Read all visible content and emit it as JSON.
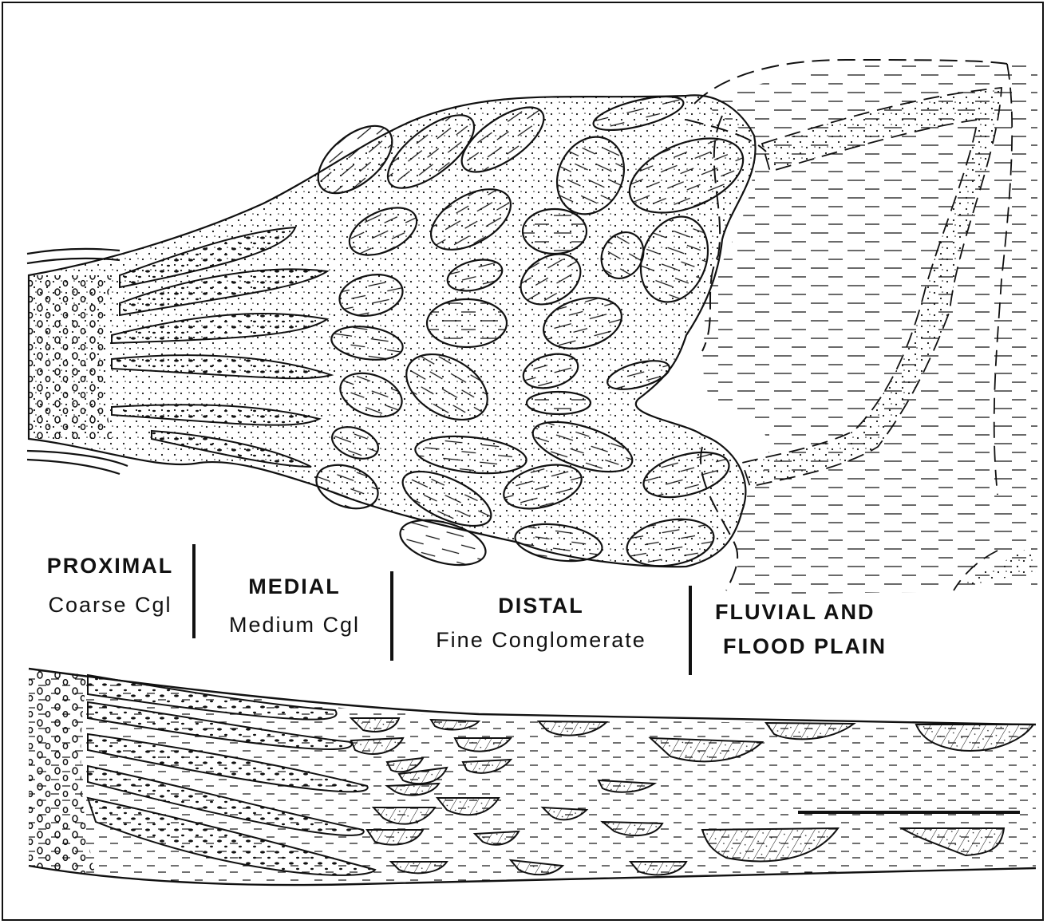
{
  "zones": [
    {
      "title": "PROXIMAL",
      "subtitle": "Coarse Cgl"
    },
    {
      "title": "MEDIAL",
      "subtitle": "Medium Cgl"
    },
    {
      "title": "DISTAL",
      "subtitle": "Fine Conglomerate"
    },
    {
      "title": "FLUVIAL AND",
      "subtitle": "FLOOD PLAIN"
    }
  ],
  "colors": {
    "ink": "#111111",
    "paper": "#ffffff"
  }
}
